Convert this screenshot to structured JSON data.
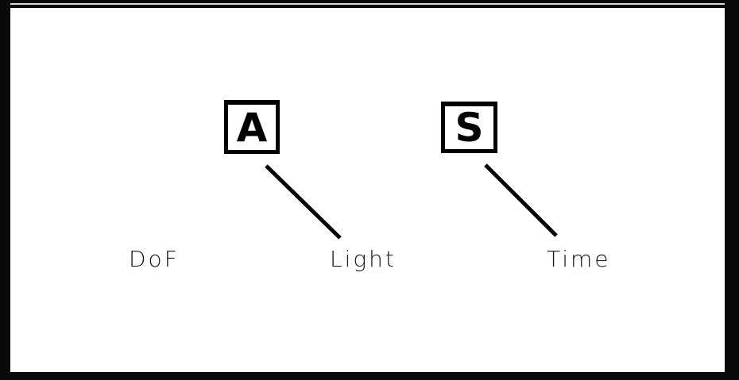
{
  "diagram": {
    "keys": [
      {
        "letter": "A",
        "id": "key-a"
      },
      {
        "letter": "S",
        "id": "key-s"
      }
    ],
    "labels": [
      "DoF",
      "Light",
      "Time"
    ],
    "connectors": [
      {
        "from": "A",
        "to": "Light"
      },
      {
        "from": "S",
        "to": "Time"
      }
    ],
    "colors": {
      "frame": "#0a0a0a",
      "background": "#ffffff",
      "ink": "#000000",
      "text": "#1a1a1a"
    }
  }
}
